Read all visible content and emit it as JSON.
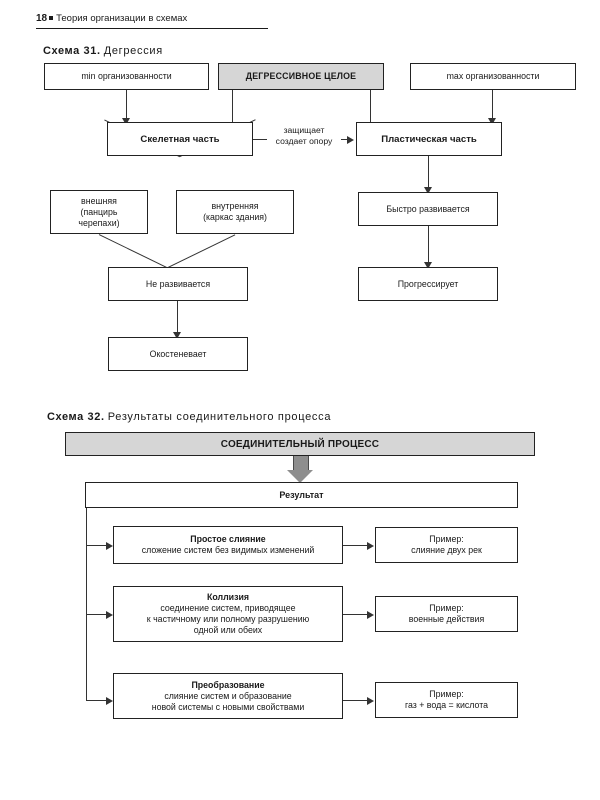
{
  "page": {
    "folio": "18",
    "running_title": "Теория организации в схемах"
  },
  "scheme31": {
    "caption_number": "Схема 31.",
    "caption_title": "Дегрессия",
    "nodes": {
      "min_org": "min организованности",
      "center": "ДЕГРЕССИВНОЕ ЦЕЛОЕ",
      "max_org": "max организованности",
      "skeletal": "Скелетная часть",
      "plastic": "Пластическая часть",
      "external_l1": "внешняя",
      "external_l2": "(панцирь",
      "external_l3": "черепахи)",
      "internal_l1": "внутренняя",
      "internal_l2": "(каркас здания)",
      "not_developing": "Не развивается",
      "ossifies": "Окостеневает",
      "fast_developing": "Быстро развивается",
      "progresses": "Прогрессирует"
    },
    "edge_label": {
      "line1": "защищает",
      "line2": "создает опору"
    }
  },
  "scheme32": {
    "caption_number": "Схема 32.",
    "caption_title": "Результаты  соединительного  процесса",
    "header": "СОЕДИНИТЕЛЬНЫЙ ПРОЦЕСС",
    "result": "Результат",
    "rows": [
      {
        "title": "Простое слияние",
        "desc_lines": [
          "сложение систем без видимых изменений"
        ],
        "example_l1": "Пример:",
        "example_l2": "слияние двух рек"
      },
      {
        "title": "Коллизия",
        "desc_lines": [
          "соединение систем, приводящее",
          "к частичному или полному разрушению",
          "одной или обеих"
        ],
        "example_l1": "Пример:",
        "example_l2": "военные действия"
      },
      {
        "title": "Преобразование",
        "desc_lines": [
          "слияние систем и образование",
          "новой системы с новыми свойствами"
        ],
        "example_l1": "Пример:",
        "example_l2": "газ + вода = кислота"
      }
    ]
  },
  "colors": {
    "shaded_fill": "#d6d6d6",
    "line": "#333333",
    "fat_arrow": "#8e8e8e"
  }
}
